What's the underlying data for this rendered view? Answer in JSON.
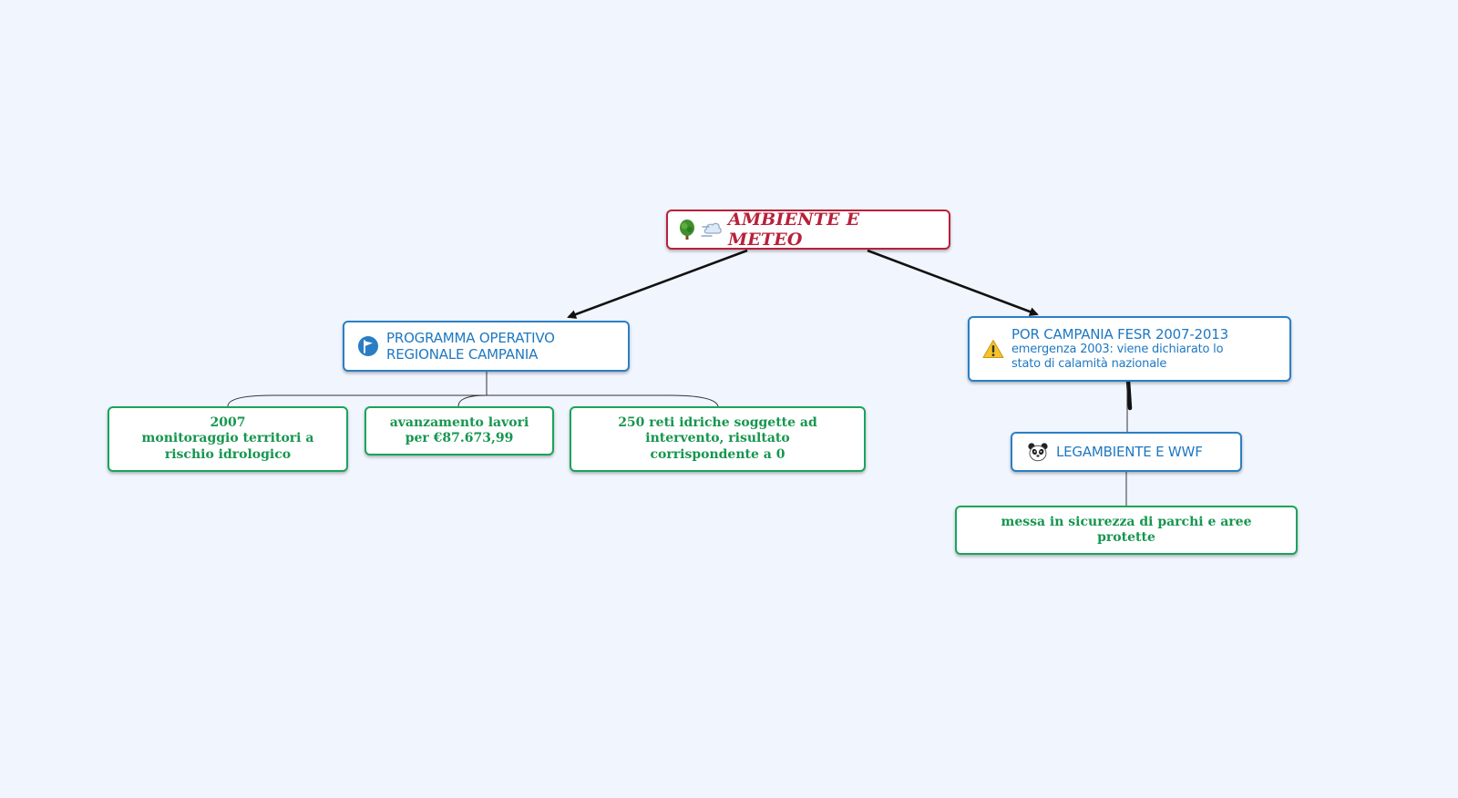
{
  "root": {
    "title": "AMBIENTE E METEO",
    "icons": [
      "tree-icon",
      "wind-icon"
    ],
    "color": "#b8213a"
  },
  "branches": [
    {
      "id": "programma",
      "icon": "flag-icon",
      "lines": [
        "PROGRAMMA OPERATIVO",
        "REGIONALE CAMPANIA"
      ],
      "children": [
        {
          "lines": [
            "2007",
            "monitoraggio territori a",
            "rischio idrologico"
          ]
        },
        {
          "lines": [
            "avanzamento lavori",
            "per €87.673,99"
          ]
        },
        {
          "lines": [
            "250 reti idriche soggette ad",
            "intervento, risultato",
            "corrispondente a 0"
          ]
        }
      ]
    },
    {
      "id": "por",
      "icon": "warning-icon",
      "title": "POR CAMPANIA FESR 2007-2013",
      "sub_lines": [
        "emergenza 2003: viene dichiarato lo",
        "stato di calamità nazionale"
      ],
      "children": [
        {
          "icon": "panda-icon",
          "title": "LEGAMBIENTE E WWF",
          "children": [
            {
              "lines": [
                "messa in sicurezza di parchi e aree",
                "protette"
              ]
            }
          ]
        }
      ]
    }
  ],
  "colors": {
    "background": "#f1f5fe",
    "root_border": "#b8213a",
    "branch_border": "#2b7fc4",
    "branch_text": "#1f78c1",
    "leaf_border": "#1aa45a",
    "leaf_text": "#16964f",
    "connector": "#111111"
  }
}
